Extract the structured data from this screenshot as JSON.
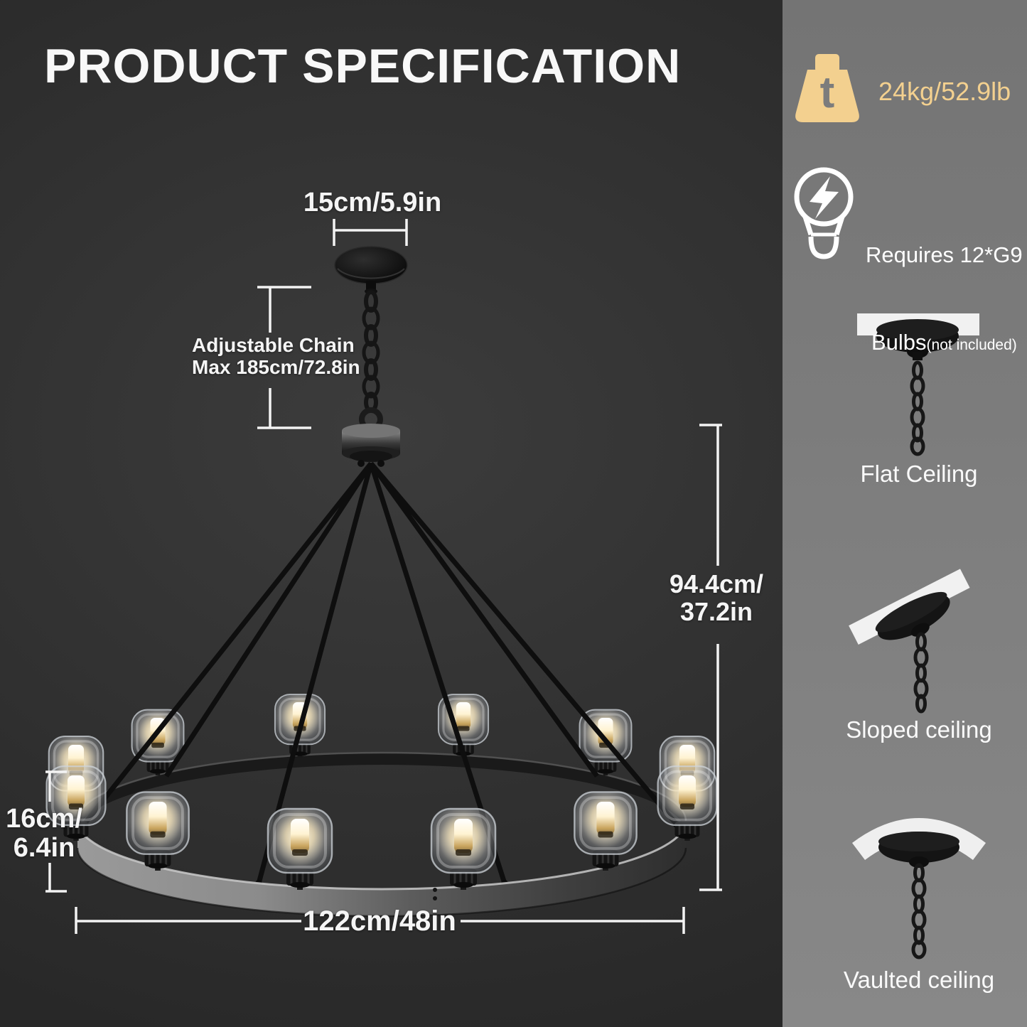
{
  "title": "PRODUCT SPECIFICATION",
  "sidebar": {
    "weight": "24kg/52.9lb",
    "bulb_line1": "Requires 12*G9",
    "bulb_word": "Bulbs",
    "bulb_note": "(not included)",
    "mounts": [
      {
        "label": "Flat Ceiling"
      },
      {
        "label": "Sloped ceiling"
      },
      {
        "label": "Vaulted ceiling"
      }
    ]
  },
  "dimensions": {
    "canopy_width": "15cm/5.9in",
    "chain_line1": "Adjustable Chain",
    "chain_line2": "Max 185cm/72.8in",
    "height_line1": "94.4cm/",
    "height_line2": "37.2in",
    "ring_height_line1": "16cm/",
    "ring_height_line2": "6.4in",
    "diameter": "122cm/48in"
  },
  "icons": {
    "weight_glyph": "t",
    "weight_icon": "weight-kettlebell",
    "bulb_icon": "lightbulb-flash"
  },
  "product": {
    "type": "12-light wagon wheel chandelier",
    "lights_count": 12
  },
  "colors": {
    "accent_gold": "#f3d08f",
    "sidebar_gray": "#7b7b7b",
    "background": "#333333",
    "dimension_lines": "#f3f3f3"
  }
}
